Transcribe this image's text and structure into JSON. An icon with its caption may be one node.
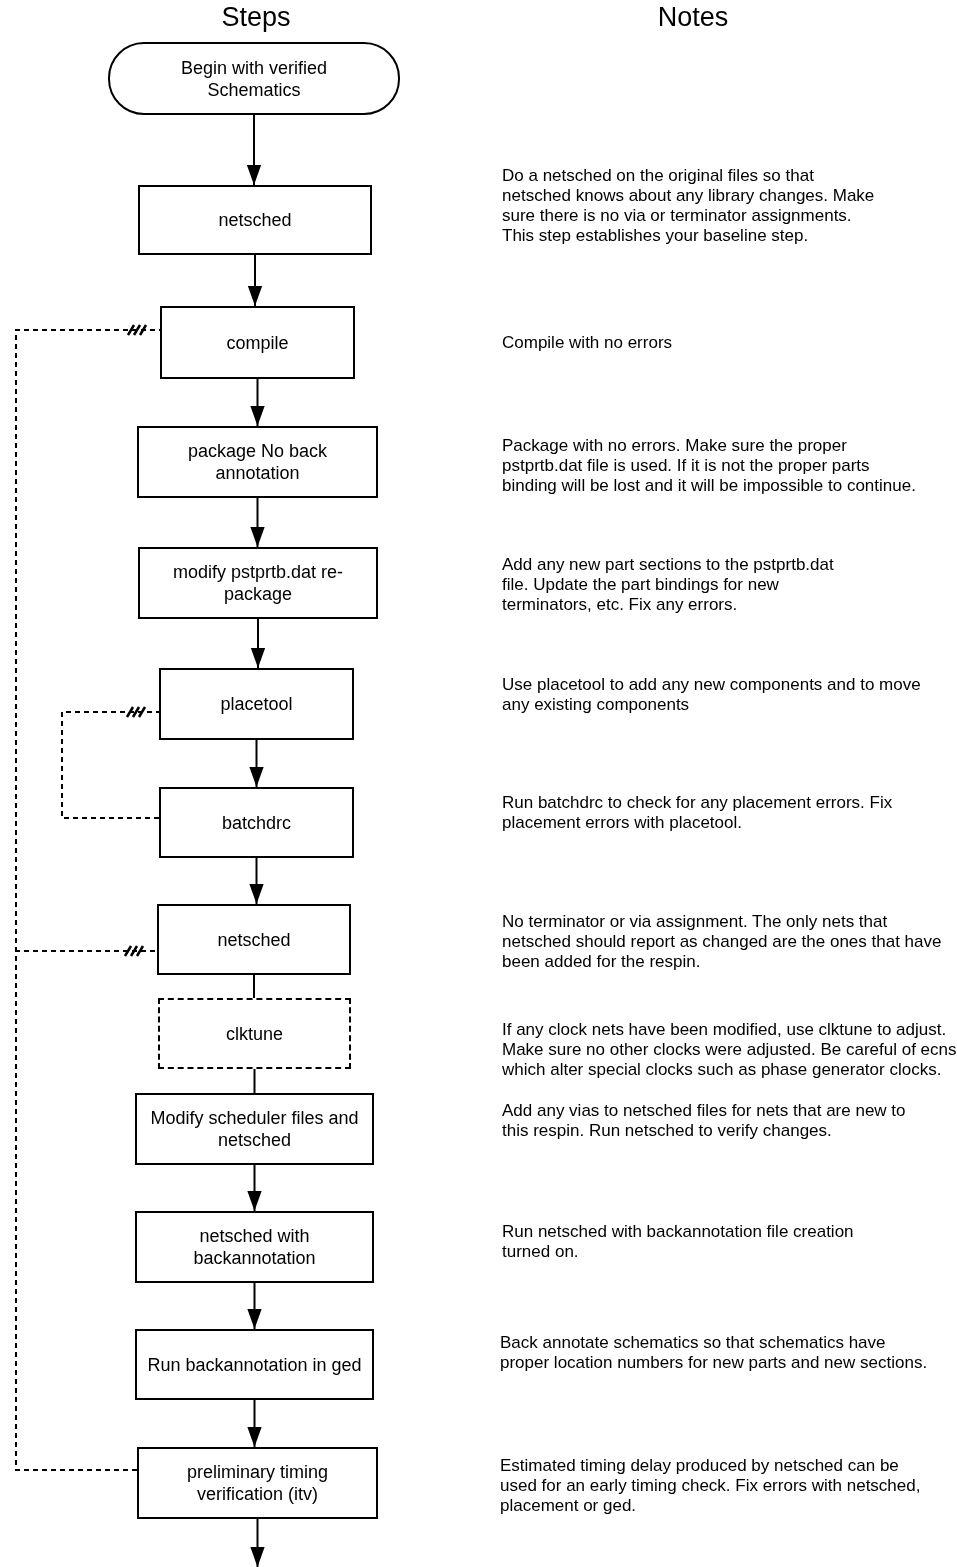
{
  "diagram": {
    "nodes": [
      {
        "text": [
          "Begin with verified Schematics"
        ]
      },
      {
        "text": [
          "netsched"
        ]
      },
      {
        "text": [
          "compile"
        ]
      },
      {
        "text": [
          "package No back annotation"
        ]
      },
      {
        "text": [
          "modify pstprtb.dat re-package"
        ]
      },
      {
        "text": [
          "placetool"
        ]
      },
      {
        "text": [
          "batchdrc"
        ]
      },
      {
        "text": [
          "netsched"
        ]
      },
      {
        "text": [
          "clktune"
        ]
      },
      {
        "text": [
          "Modify scheduler files and netsched"
        ]
      },
      {
        "text": [
          "netsched with backannotation"
        ]
      },
      {
        "text": [
          "Run backannotation in ged"
        ]
      },
      {
        "text": [
          "preliminary timing verification (itv)"
        ]
      }
    ],
    "edges": [
      {
        "from": 0,
        "to": 1,
        "arrow": "to"
      },
      {
        "from": 1,
        "to": 2,
        "arrow": "to"
      },
      {
        "from": 2,
        "to": 3,
        "arrow": "to"
      },
      {
        "from": 3,
        "to": 4,
        "arrow": "to"
      },
      {
        "from": 4,
        "to": 5,
        "arrow": "to"
      },
      {
        "from": 5,
        "to": 6,
        "arrow": "to"
      },
      {
        "from": 6,
        "to": 7,
        "arrow": "to"
      },
      {
        "from": 7,
        "to": 8,
        "arrow": "none"
      },
      {
        "from": 8,
        "to": 9,
        "arrow": "none"
      },
      {
        "from": 9,
        "to": 10,
        "arrow": "to"
      },
      {
        "from": 10,
        "to": 11,
        "arrow": "to"
      },
      {
        "from": 11,
        "to": 12,
        "arrow": "to"
      },
      {
        "from": 12,
        "to": null,
        "arrow": "to"
      },
      {
        "from": 6,
        "to": 5,
        "arrow": "other",
        "style": "dashed"
      },
      {
        "from": 12,
        "to": 2,
        "arrow": "other",
        "style": "dashed"
      },
      {
        "from": 12,
        "to": 7,
        "arrow": "other",
        "style": "dashed"
      }
    ],
    "labels": [
      "Steps",
      "Notes",
      "Do a netsched on the original files so that netsched knows about any library changes. Make sure there is no via or terminator assignments. This step establishes your baseline step.",
      "Compile with no errors",
      "Package with no errors. Make sure the proper pstprtb.dat file is used. If it is not the proper parts binding will be lost and it will be impossible to continue.",
      "Add any new part sections to the pstprtb.dat file. Update the part bindings for new terminators, etc. Fix any errors.",
      "Use placetool to add any new components and to move any existing components",
      "Run batchdrc to check for any placement errors. Fix placement errors with placetool.",
      "No terminator or via assignment. The only nets that netsched should report as changed are the ones that have been added for the respin.",
      "If any clock nets have been modified, use clktune to adjust. Make sure no other clocks were adjusted. Be careful of ecns which alter special clocks such as phase generator clocks.",
      "Add any vias to netsched files for nets that are new to this respin. Run netsched to verify changes.",
      "Run netsched with backannotation file creation turned on.",
      "Back annotate schematics so that schematics have proper location numbers for new parts and new sections.",
      "Estimated timing delay produced by netsched can be used for an early timing check. Fix errors with netsched, placement or ged."
    ]
  }
}
